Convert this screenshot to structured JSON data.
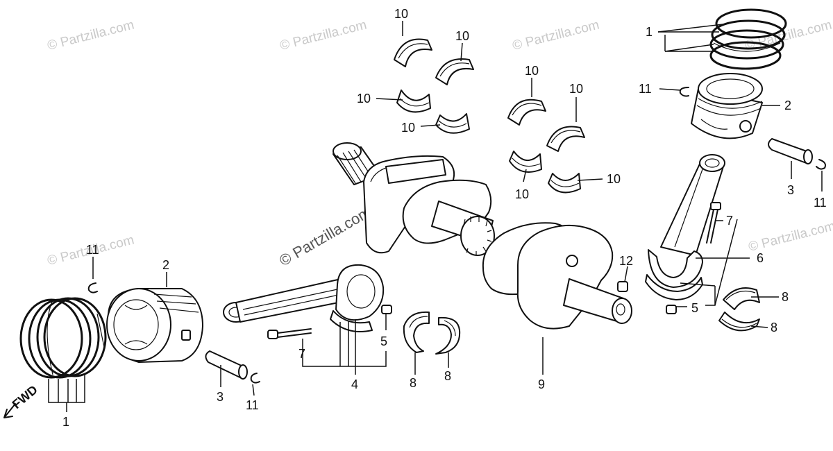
{
  "watermark": {
    "text": "© Partzilla.com"
  },
  "fwd_label": "FWD",
  "callouts": {
    "c1_left": "1",
    "c1_right": "1",
    "c2_left": "2",
    "c2_right": "2",
    "c3_left": "3",
    "c3_right": "3",
    "c4": "4",
    "c5_left": "5",
    "c5_right": "5",
    "c6": "6",
    "c7_left": "7",
    "c7_right": "7",
    "c8_a": "8",
    "c8_b": "8",
    "c8_c": "8",
    "c8_d": "8",
    "c9": "9",
    "c10_a": "10",
    "c10_b": "10",
    "c10_c": "10",
    "c10_d": "10",
    "c10_e": "10",
    "c10_f": "10",
    "c10_g": "10",
    "c10_h": "10",
    "c11_a": "11",
    "c11_b": "11",
    "c11_c": "11",
    "c11_d": "11",
    "c12": "12"
  }
}
